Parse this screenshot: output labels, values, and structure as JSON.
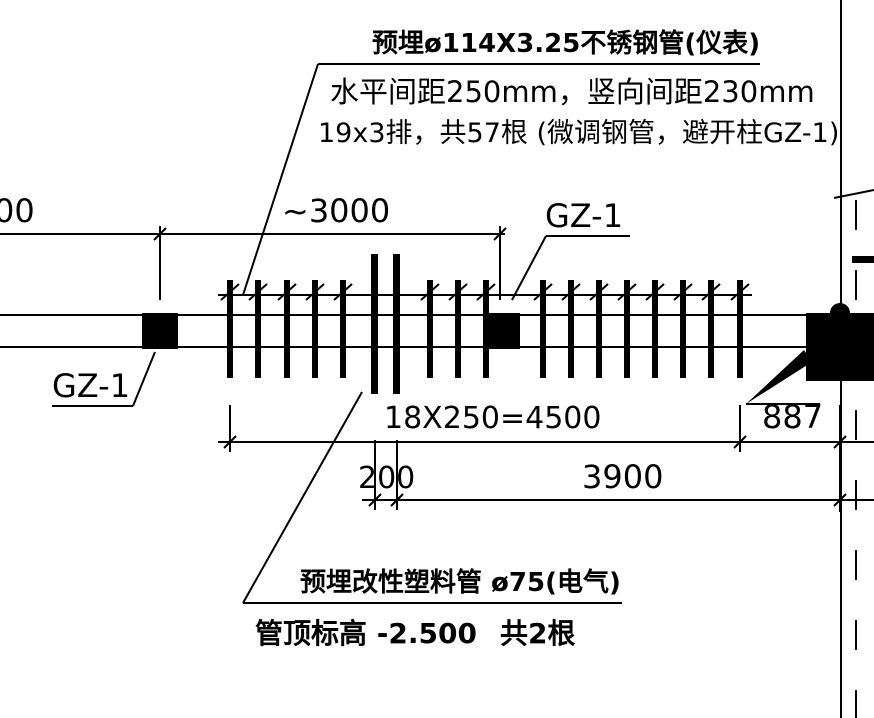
{
  "annotations": {
    "steel_pipe_title": "预埋ø114X3.25不锈钢管(仪表)",
    "steel_pipe_spacing": "水平间距250mm，竖向间距230mm",
    "steel_pipe_count": "19x3排，共57根 (微调钢管，避开柱GZ-1)",
    "plastic_pipe_title": "预埋改性塑料管 ø75(电气)",
    "plastic_pipe_elevation": "管顶标高 -2.500",
    "plastic_pipe_count": "共2根"
  },
  "labels": {
    "column_mid": "GZ-1",
    "column_left": "GZ-1"
  },
  "dimensions": {
    "top_left_partial": "00",
    "approx_span": "~3000",
    "pipe_array": "18X250=4500",
    "offset_right": "887",
    "plastic_gap": "200",
    "span_right": "3900"
  }
}
